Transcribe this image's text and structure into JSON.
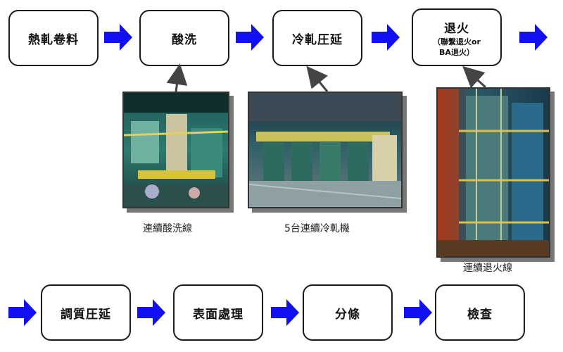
{
  "top_row": [
    {
      "id": "hot-rolled-coil",
      "label": "熱軋卷料"
    },
    {
      "id": "pickling",
      "label": "酸洗"
    },
    {
      "id": "cold-rolling",
      "label": "冷軋圧延"
    },
    {
      "id": "annealing",
      "label": "退火",
      "sub_line1": "（聯繫退火or",
      "sub_line2": "BA退火）"
    }
  ],
  "bottom_row": [
    {
      "id": "temper-rolling",
      "label": "調質圧延"
    },
    {
      "id": "surface-treatment",
      "label": "表面處理"
    },
    {
      "id": "slitting",
      "label": "分條"
    },
    {
      "id": "inspection",
      "label": "檢查"
    }
  ],
  "photos": [
    {
      "id": "pickling-line",
      "caption": "連續酸洗線"
    },
    {
      "id": "cold-mill",
      "caption": "5台連續冷軋機"
    },
    {
      "id": "annealing-line",
      "caption": "連續退火線"
    }
  ],
  "colors": {
    "flow_arrow": "#1010f0",
    "photo_arrow": "#444444",
    "border": "#1a1a1a"
  }
}
